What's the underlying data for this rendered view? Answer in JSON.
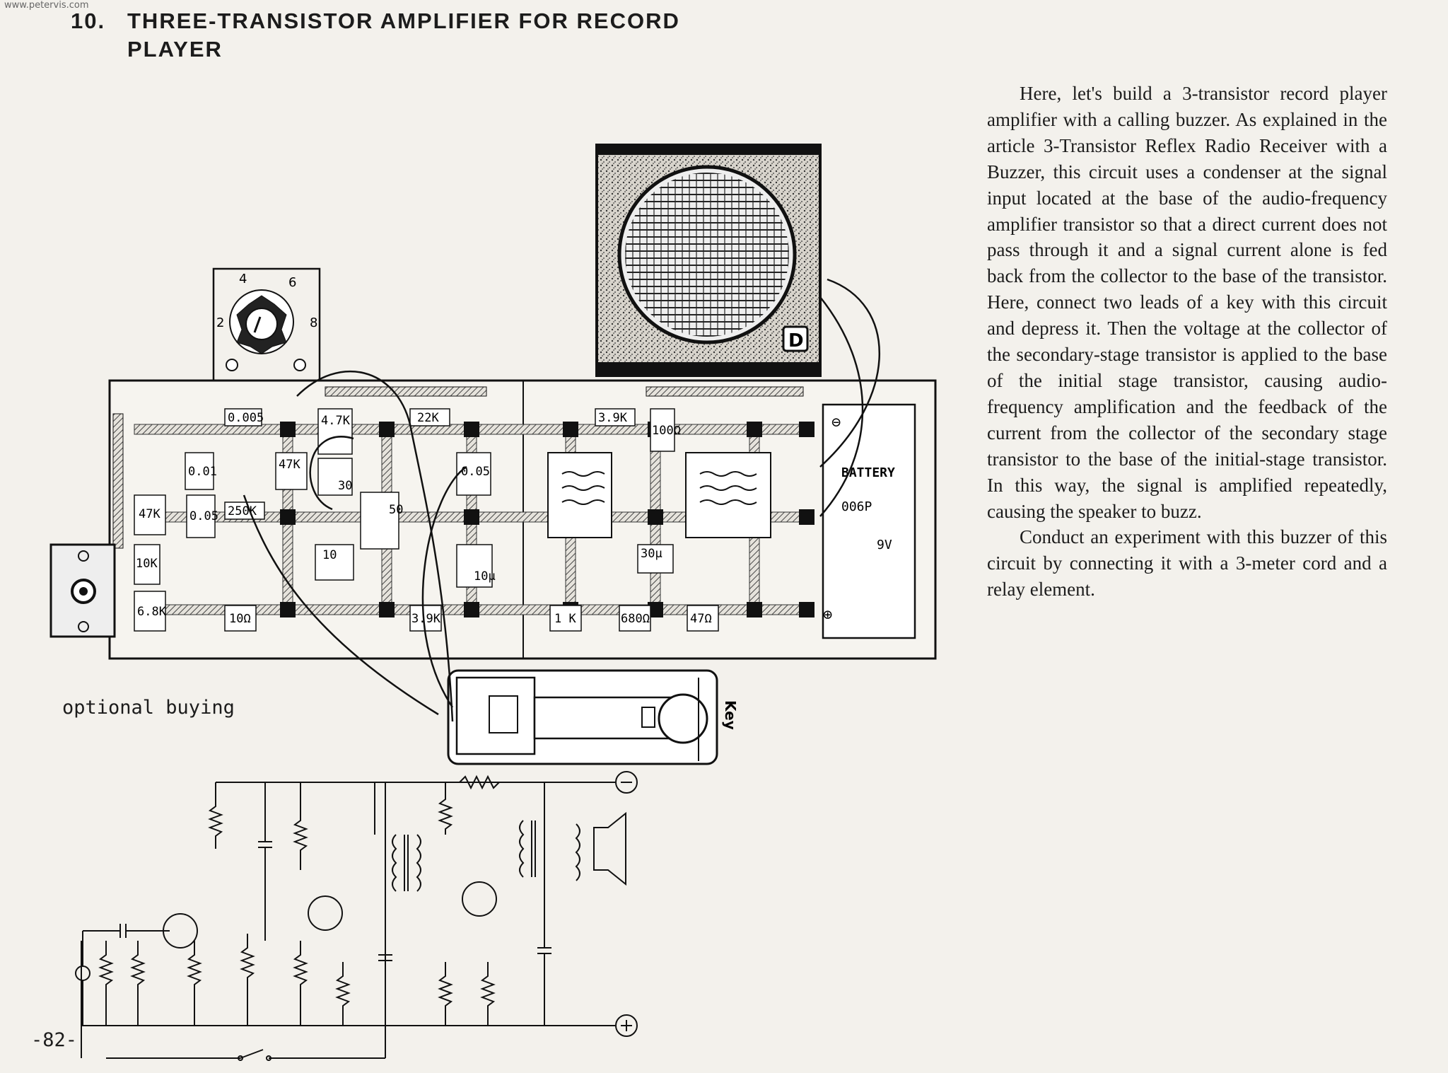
{
  "watermark": "www.petervis.com",
  "section": {
    "number": "10.",
    "title": "THREE-TRANSISTOR AMPLIFIER FOR RECORD PLAYER"
  },
  "body": {
    "paragraph1": "Here, let's build a 3-transistor record player amplifier with a calling buzzer. As explained in the article 3-Transistor Reflex Radio Receiver with a Buzzer, this circuit uses a condenser at the signal input located at the base of the audio-frequency amplifier transistor so that a direct current does not pass through it and a signal current alone is fed back from the collector to the base of the transistor. Here, connect two leads of a key with this circuit and depress it. Then the voltage at the collector of the secondary-stage transistor is applied to the base of the initial stage transistor, causing audio-frequency amplification and the feedback of the current from the collector of the secondary stage transistor to the base of the initial-stage transistor. In this way, the signal is amplified repeatedly, causing the speaker to buzz.",
    "paragraph2": "Conduct an experiment with this buzzer of this circuit by connecting it with a 3-meter cord and a relay element."
  },
  "caption_optional": "optional buying",
  "page_number": "-82-",
  "diagram": {
    "volume_dial": [
      "2",
      "4",
      "6",
      "8"
    ],
    "components": {
      "c_0005": "0.005",
      "r_47k_top": "4.7K",
      "r_47k_mid": "47K",
      "c_30": "30",
      "r_22k": "22K",
      "c_001": "0.01",
      "c_005_right": "0.05",
      "r_47k_left": "47K",
      "c_005_left": "0.05",
      "pot_250k": "250K",
      "c_50": "50",
      "r_10k": "10K",
      "c_10": "10",
      "c_10u": "10µ",
      "r_68k": "6.8K",
      "r_10ohm": "10Ω",
      "r_39k_bottom": "3.9K",
      "r_39k_top": "3.9K",
      "r_100ohm": "100Ω",
      "c_30u": "30µ",
      "r_1k": "1 K",
      "r_680ohm": "680Ω",
      "r_47ohm": "47Ω"
    },
    "battery": {
      "label": "BATTERY",
      "model": "006P",
      "voltage": "9V",
      "minus": "⊖",
      "plus": "⊕"
    },
    "key_label": "Key",
    "schematic_minus": "⊖",
    "schematic_plus": "⊕"
  }
}
